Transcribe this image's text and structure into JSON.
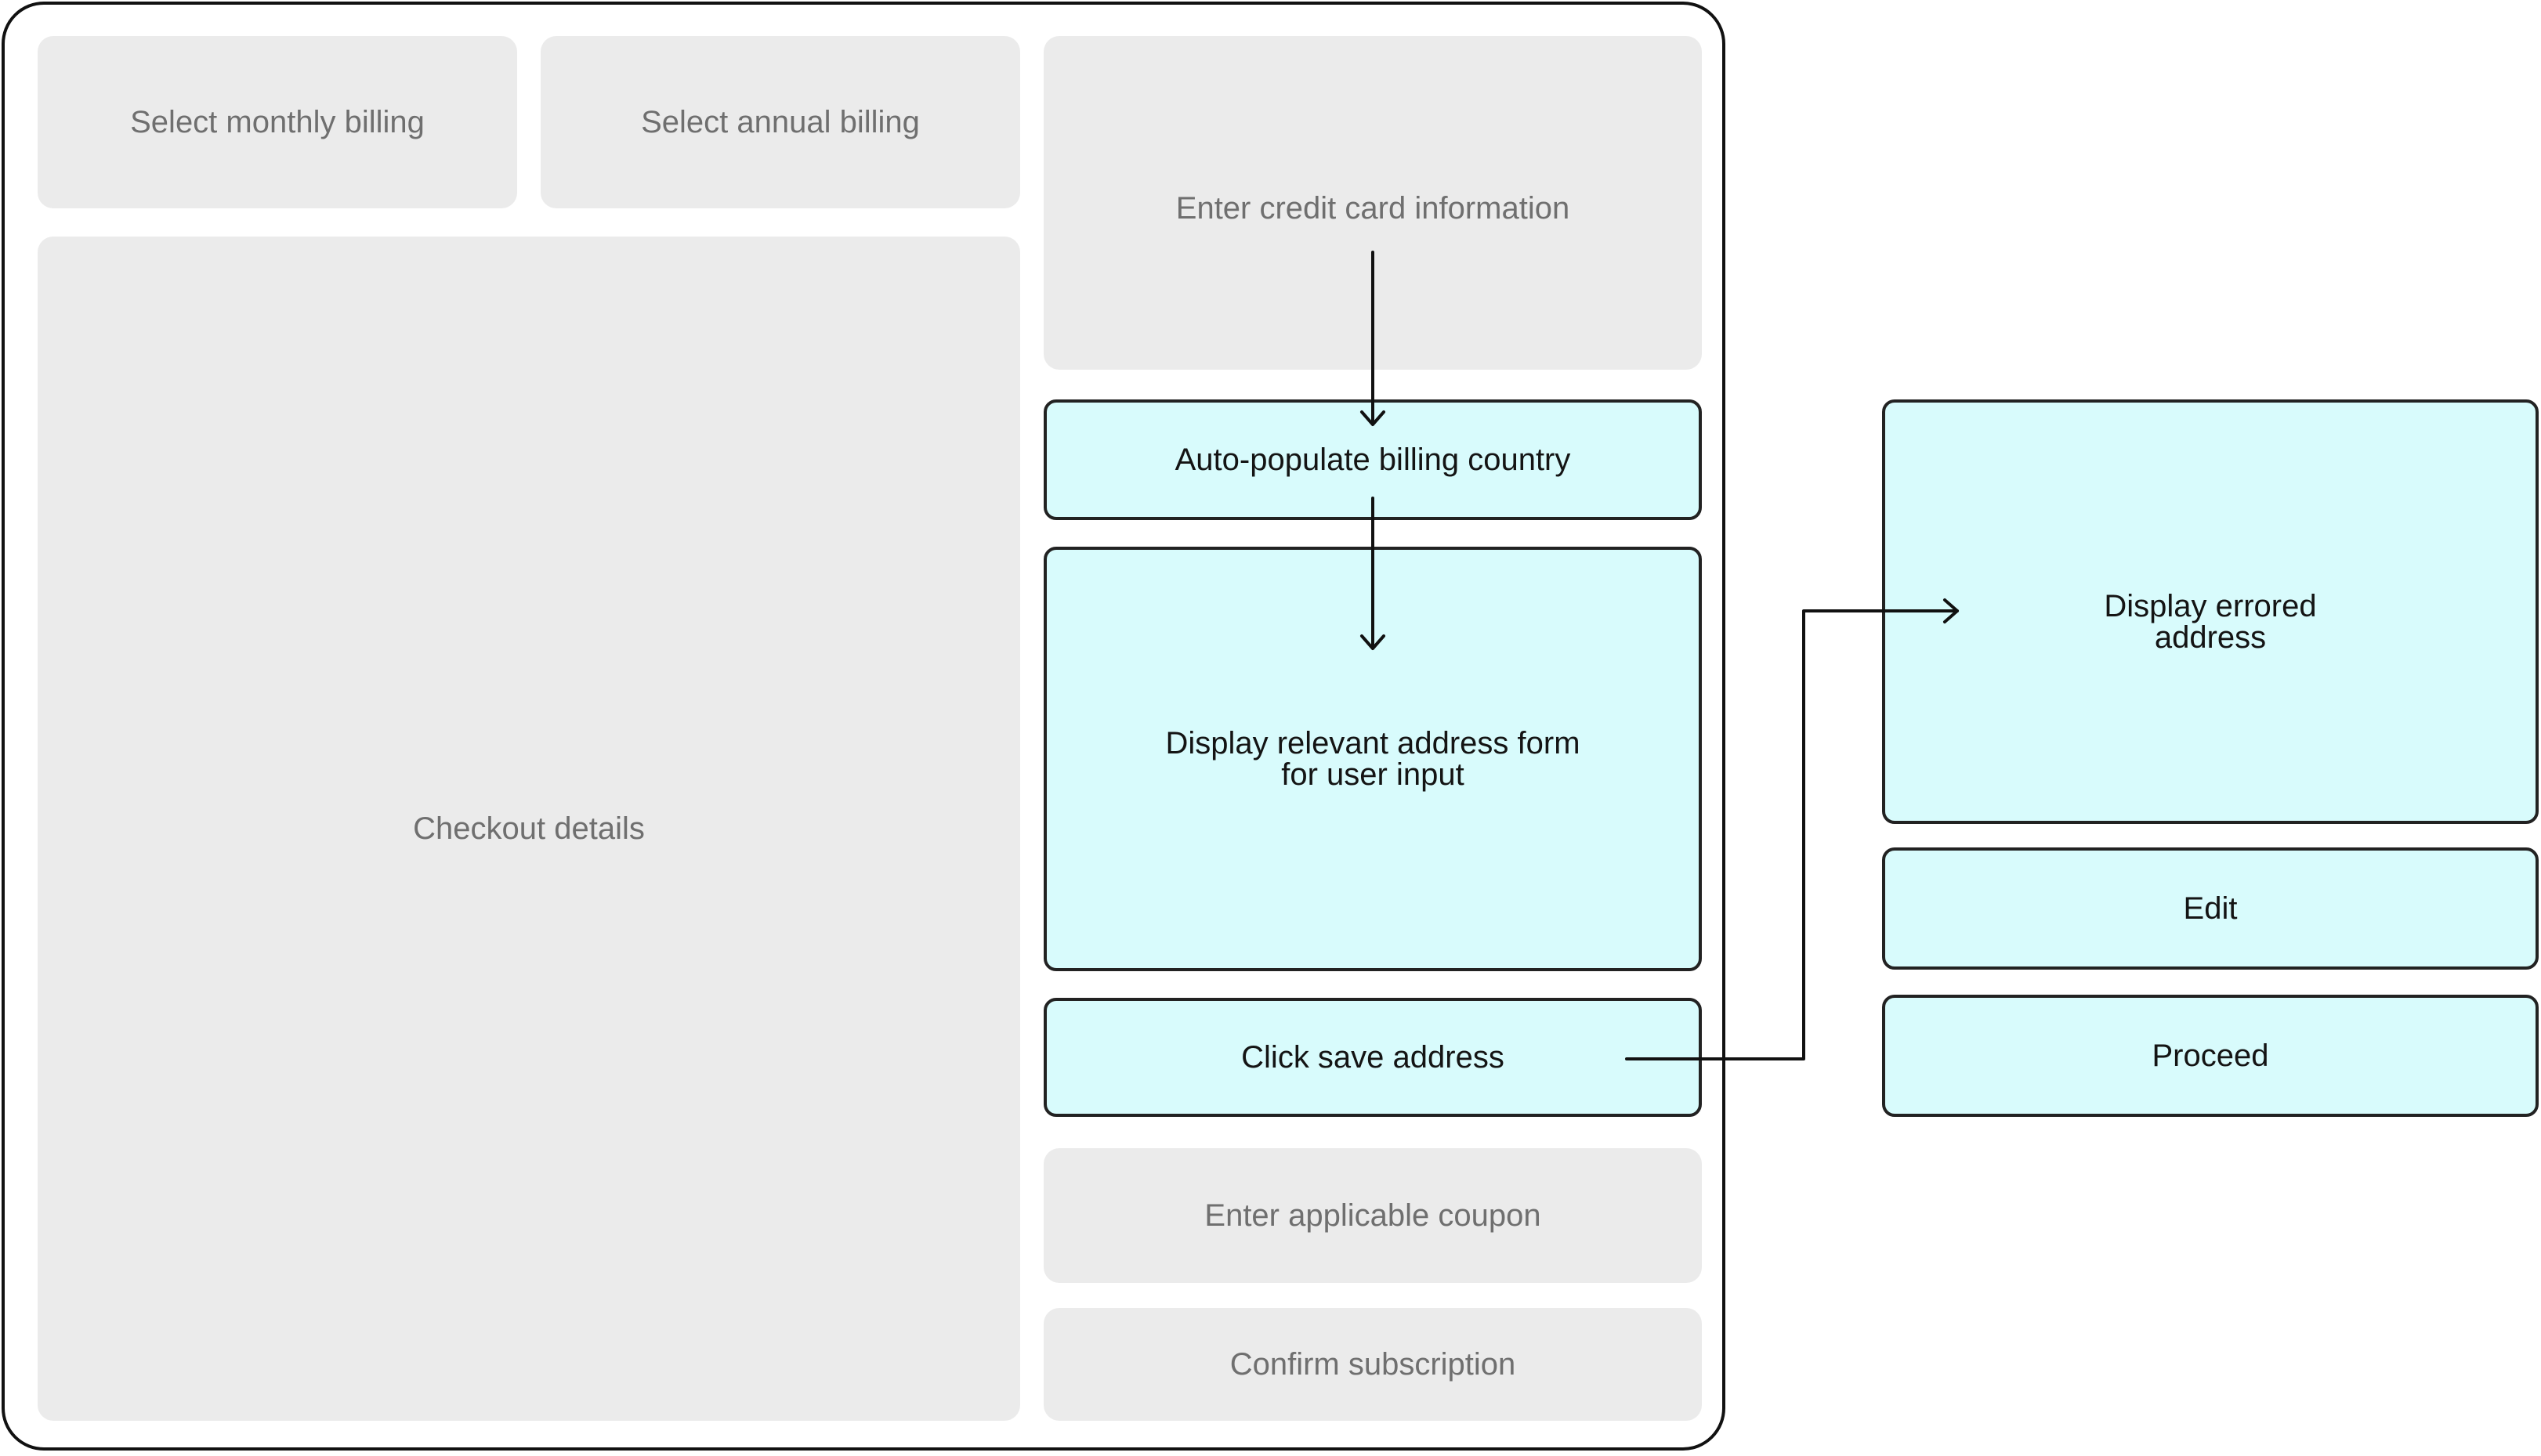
{
  "diagram": {
    "boxes": {
      "monthly": "Select monthly billing",
      "annual": "Select annual billing",
      "checkout": "Checkout details",
      "credit_card": "Enter credit card information",
      "auto_country": "Auto-populate billing country",
      "address_form_line1": "Display relevant address form",
      "address_form_line2": "for user input",
      "save_address": "Click save address",
      "coupon": "Enter applicable coupon",
      "confirm": "Confirm subscription",
      "errored_line1": "Display errored",
      "errored_line2": "address",
      "edit": "Edit",
      "proceed": "Proceed"
    },
    "colors": {
      "highlight_fill": "#d8fbfc",
      "neutral_fill": "#ebebeb",
      "stroke": "#111111",
      "neutral_text": "#6f6f6f"
    }
  }
}
